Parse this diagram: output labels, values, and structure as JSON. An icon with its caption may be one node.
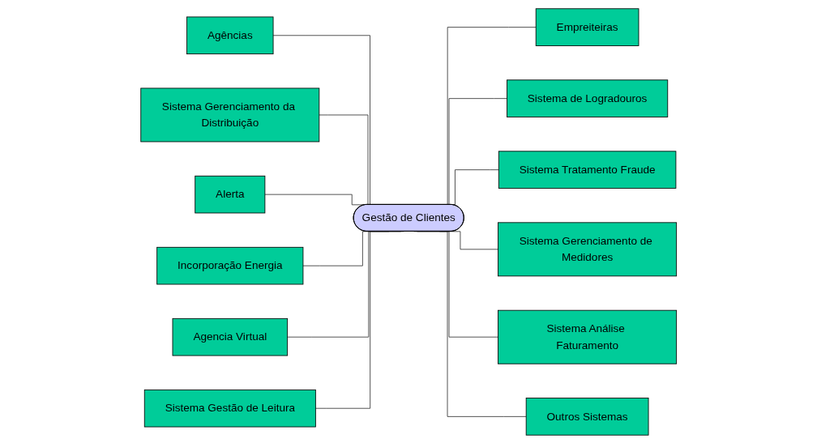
{
  "diagram": {
    "nodes": [
      {
        "text": [
          "Gestão de Clientes"
        ]
      },
      {
        "text": [
          "Agências"
        ]
      },
      {
        "text": [
          "Empreiteiras"
        ]
      },
      {
        "text": [
          "Sistema Gerenciamento da Distribuição"
        ]
      },
      {
        "text": [
          "Alerta"
        ]
      },
      {
        "text": [
          "Incorporação Energia"
        ]
      },
      {
        "text": [
          "Agencia Virtual"
        ]
      },
      {
        "text": [
          "Sistema Gestão de Leitura"
        ]
      },
      {
        "text": [
          "Sistema de Logradouros"
        ]
      },
      {
        "text": [
          "Sistema Tratamento Fraude"
        ]
      },
      {
        "text": [
          "Sistema Gerenciamento de Medidores"
        ]
      },
      {
        "text": [
          "Sistema Análise Faturamento"
        ]
      },
      {
        "text": [
          "Outros Sistemas"
        ]
      }
    ],
    "edges": [
      {
        "from": 1,
        "to": 0,
        "arrow": "none"
      },
      {
        "from": 0,
        "to": 2,
        "arrow": "none"
      },
      {
        "from": 3,
        "to": 0,
        "arrow": "none"
      },
      {
        "from": 4,
        "to": 0,
        "arrow": "none"
      },
      {
        "from": 5,
        "to": 0,
        "arrow": "none"
      },
      {
        "from": 6,
        "to": 0,
        "arrow": "none"
      },
      {
        "from": 7,
        "to": 0,
        "arrow": "none"
      },
      {
        "from": 0,
        "to": 8,
        "arrow": "none"
      },
      {
        "from": 0,
        "to": 9,
        "arrow": "none"
      },
      {
        "from": 0,
        "to": 10,
        "arrow": "none"
      },
      {
        "from": 0,
        "to": 11,
        "arrow": "none"
      },
      {
        "from": 0,
        "to": 12,
        "arrow": "none"
      }
    ]
  }
}
